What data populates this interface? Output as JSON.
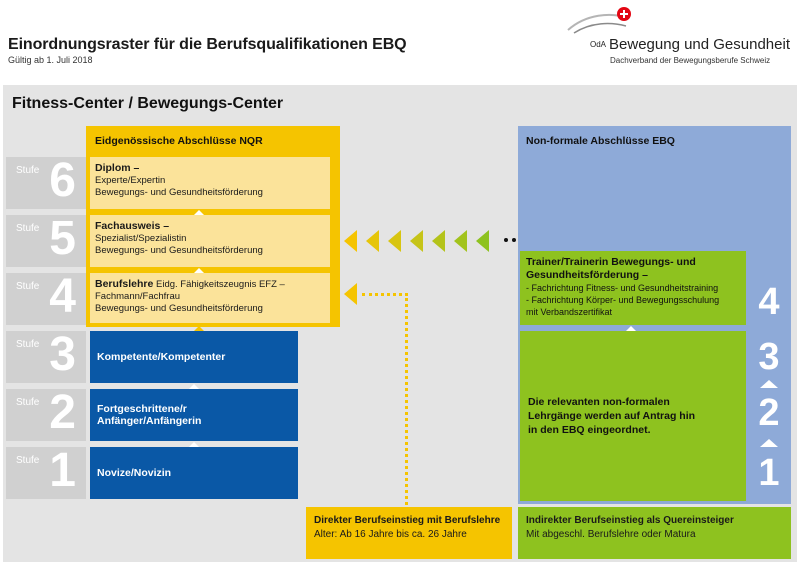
{
  "header": {
    "title": "Einordnungsraster für die Berufsqualifikationen EBQ",
    "subtitle": "Gültig ab 1. Juli 2018",
    "logo_prefix": "OdA",
    "logo_name": "Bewegung und Gesundheit",
    "logo_sub": "Dachverband der Bewegungsberufe Schweiz"
  },
  "section_title": "Fitness-Center / Bewegungs-Center",
  "stufe_word": "Stufe",
  "stufen": [
    "6",
    "5",
    "4",
    "3",
    "2",
    "1"
  ],
  "nqr": {
    "heading": "Eidgenössische Abschlüsse NQR",
    "diplom_title": "Diplom –",
    "diplom_l1": "Experte/Expertin",
    "diplom_l2": "Bewegungs- und Gesundheitsförderung",
    "fach_title": "Fachausweis –",
    "fach_l1": "Spezialist/Spezialistin",
    "fach_l2": "Bewegungs- und Gesundheitsförderung",
    "lehre_title": "Berufslehre",
    "lehre_rest": "Eidg. Fähigkeitszeugnis EFZ –",
    "lehre_l1": "Fachmann/Fachfrau",
    "lehre_l2": "Bewegungs- und Gesundheitsförderung"
  },
  "blue": {
    "kompetent": "Kompetente/Kompetenter",
    "fort_l1": "Fortgeschrittene/r",
    "fort_l2": "Anfänger/Anfängerin",
    "novize": "Novize/Novizin"
  },
  "nonformal": {
    "heading": "Non-formale Abschlüsse EBQ",
    "trainer_t1": "Trainer/Trainerin Bewegungs- und",
    "trainer_t2": "Gesundheitsförderung –",
    "trainer_l1": "- Fachrichtung Fitness- und Gesundheitstraining",
    "trainer_l2": "- Fachrichtung Körper- und Bewegungsschulung",
    "trainer_l3": "mit Verbandszertifikat",
    "rel_l1": "Die relevanten non-formalen",
    "rel_l2": "Lehrgänge werden auf Antrag hin",
    "rel_l3": "in den EBQ eingeordnet.",
    "num4": "4",
    "num3": "3",
    "num2": "2",
    "num1": "1"
  },
  "bottom": {
    "direct_l1": "Direkter Berufseinstieg mit Berufslehre",
    "direct_l2": "Alter: Ab 16 Jahre bis ca. 26 Jahre",
    "indirect_l1": "Indirekter Berufseinstieg als Quereinsteiger",
    "indirect_l2": "Mit abgeschl. Berufslehre oder Matura"
  },
  "colors": {
    "yellow": "#f5c400",
    "light_yellow": "#fbe39a",
    "blue": "#0a58a6",
    "lavender": "#8eaad8",
    "green": "#8ec21f",
    "grey": "#d0d0d0",
    "frame": "#e4e4e4",
    "logo_red": "#e30613"
  }
}
